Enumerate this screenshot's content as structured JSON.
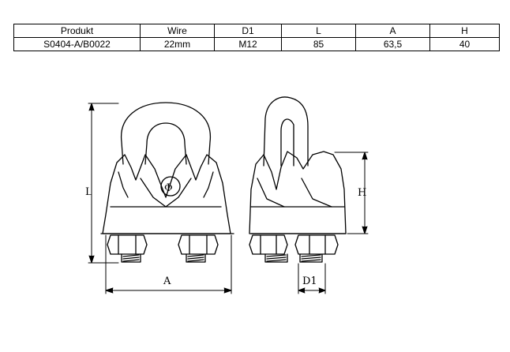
{
  "table": {
    "headers": [
      "Produkt",
      "Wire",
      "D1",
      "L",
      "A",
      "H"
    ],
    "rows": [
      [
        "S0404-A/B0022",
        "22mm",
        "M12",
        "85",
        "63,5",
        "40"
      ]
    ]
  },
  "drawing": {
    "label_L": "L",
    "label_A": "A",
    "label_H": "H",
    "label_D1": "D1",
    "label_phi": "Φ"
  }
}
